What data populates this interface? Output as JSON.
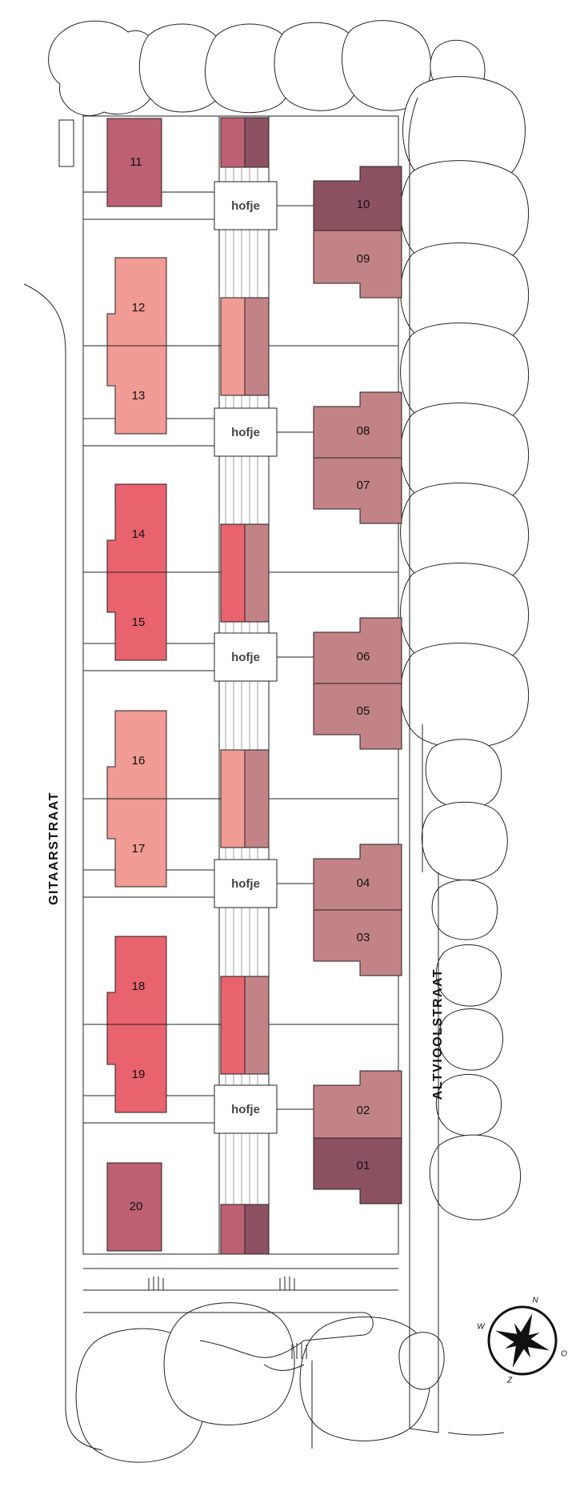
{
  "streets": {
    "west": "GITAARSTRAAT",
    "east": "ALTVIOOLSTRAAT"
  },
  "courtyard_label": "hofje",
  "compass": {
    "north": "N",
    "east": "O",
    "south": "Z",
    "west": "W"
  },
  "colors": {
    "dark_plum": "#8C5262",
    "rose": "#C28387",
    "mauve": "#BD6073",
    "salmon": "#F09B93",
    "coral_red": "#E9636F",
    "line": "#222222"
  },
  "lots_west": [
    {
      "number": "11",
      "color": "#BD6073"
    },
    {
      "number": "12",
      "color": "#F09B93"
    },
    {
      "number": "13",
      "color": "#F09B93"
    },
    {
      "number": "14",
      "color": "#E9636F"
    },
    {
      "number": "15",
      "color": "#E9636F"
    },
    {
      "number": "16",
      "color": "#F09B93"
    },
    {
      "number": "17",
      "color": "#F09B93"
    },
    {
      "number": "18",
      "color": "#E9636F"
    },
    {
      "number": "19",
      "color": "#E9636F"
    },
    {
      "number": "20",
      "color": "#BD6073"
    }
  ],
  "lots_east": [
    {
      "number": "10",
      "color": "#8C5262"
    },
    {
      "number": "09",
      "color": "#C28387"
    },
    {
      "number": "08",
      "color": "#C28387"
    },
    {
      "number": "07",
      "color": "#C28387"
    },
    {
      "number": "06",
      "color": "#C28387"
    },
    {
      "number": "05",
      "color": "#C28387"
    },
    {
      "number": "04",
      "color": "#C28387"
    },
    {
      "number": "03",
      "color": "#C28387"
    },
    {
      "number": "02",
      "color": "#C28387"
    },
    {
      "number": "01",
      "color": "#8C5262"
    }
  ]
}
